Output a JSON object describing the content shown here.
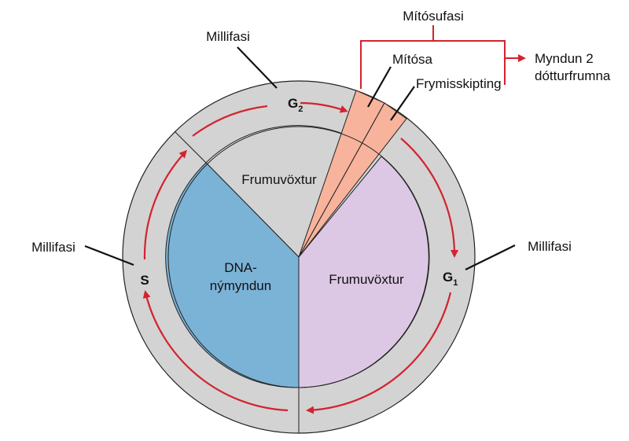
{
  "labels": {
    "interphase_top": "Millifasi",
    "interphase_left": "Millifasi",
    "interphase_right": "Millifasi",
    "mitotic_phase": "Mítósufasi",
    "mitosis": "Mítósa",
    "cytokinesis": "Frymisskipting",
    "daughter_cells_line1": "Myndun 2",
    "daughter_cells_line2": "dótturfrumna",
    "growth_top": "Frumuvöxtur",
    "growth_right": "Frumuvöxtur",
    "dna_line1": "DNA-",
    "dna_line2": "nýmyndun"
  },
  "phases": {
    "g1": {
      "letter": "G",
      "subscript": "1"
    },
    "g2": {
      "letter": "G",
      "subscript": "2"
    },
    "s": {
      "letter": "S"
    }
  },
  "colors": {
    "ring": "#d3d3d3",
    "growth_top": "#d3d3d3",
    "growth_right": "#dcc8e4",
    "dna_synthesis": "#7bb3d6",
    "mitotic_wedge": "#f8b39c",
    "arrow": "#d3232f",
    "stroke": "#222222"
  }
}
